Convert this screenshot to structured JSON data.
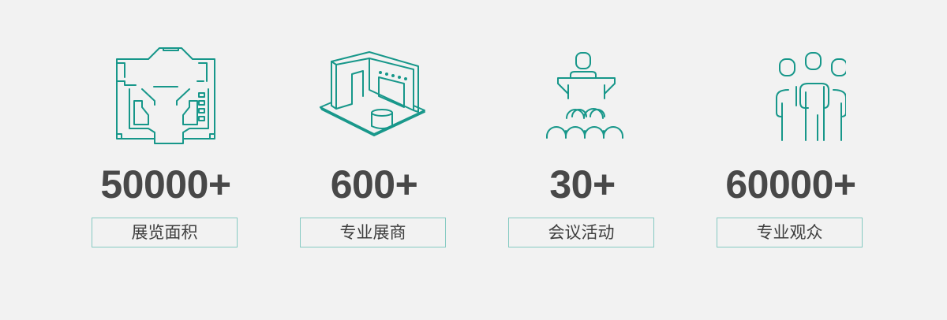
{
  "stats": [
    {
      "value": "50000+",
      "label": "展览面积",
      "icon": "floor-plan-icon"
    },
    {
      "value": "600+",
      "label": "专业展商",
      "icon": "exhibition-booth-icon"
    },
    {
      "value": "30+",
      "label": "会议活动",
      "icon": "conference-speaker-icon"
    },
    {
      "value": "60000+",
      "label": "专业观众",
      "icon": "audience-group-icon"
    }
  ],
  "colors": {
    "icon": "#17978a",
    "border": "#86cac2",
    "number": "#484848",
    "background": "#f2f2f2"
  }
}
